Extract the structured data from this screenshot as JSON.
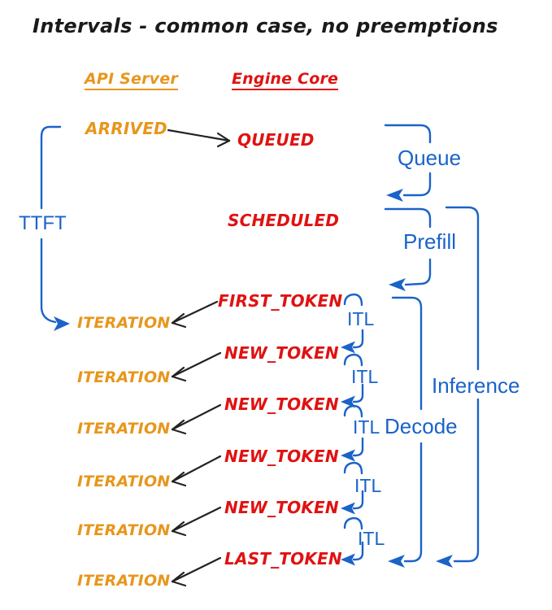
{
  "title": "Intervals - common case, no preemptions",
  "columns": {
    "api_server": "API Server",
    "engine_core": "Engine Core"
  },
  "api_events": {
    "arrived": "ARRIVED",
    "iterations": [
      "ITERATION",
      "ITERATION",
      "ITERATION",
      "ITERATION",
      "ITERATION",
      "ITERATION"
    ]
  },
  "engine_events": {
    "queued": "QUEUED",
    "scheduled": "SCHEDULED",
    "first_token": "FIRST_TOKEN",
    "new_tokens": [
      "NEW_TOKEN",
      "NEW_TOKEN",
      "NEW_TOKEN",
      "NEW_TOKEN"
    ],
    "last_token": "LAST_TOKEN"
  },
  "intervals": {
    "ttft": "TTFT",
    "queue": "Queue",
    "prefill": "Prefill",
    "itl": [
      "ITL",
      "ITL",
      "ITL",
      "ITL",
      "ITL"
    ],
    "decode": "Decode",
    "inference": "Inference"
  },
  "colors": {
    "api_server_orange": "#E8961C",
    "engine_core_red": "#E01212",
    "interval_blue": "#1A63C8",
    "arrow_black": "#222222",
    "background": "#FFFFFF"
  }
}
